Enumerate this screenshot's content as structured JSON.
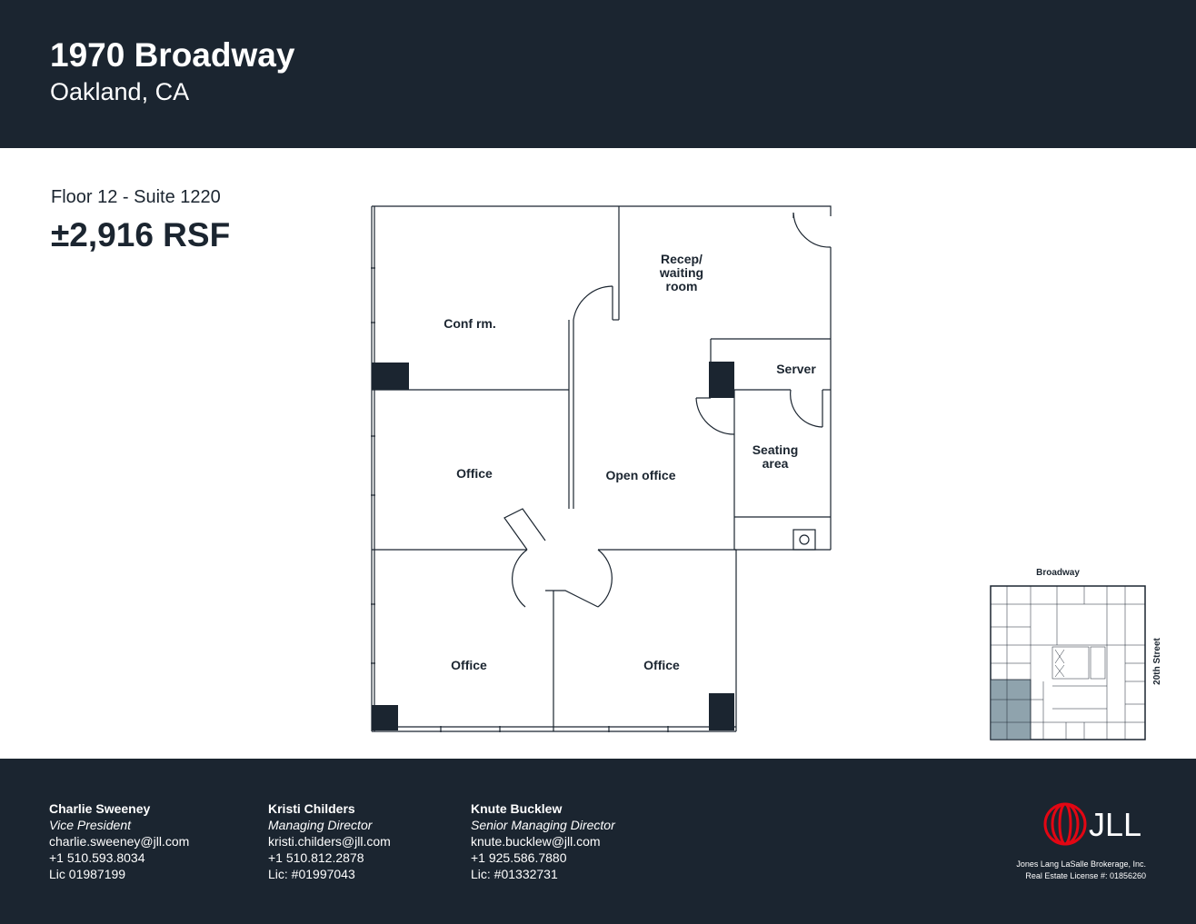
{
  "header": {
    "title": "1970 Broadway",
    "subtitle": "Oakland, CA"
  },
  "suite": {
    "floor": "Floor 12 - Suite 1220",
    "rsf": "±2,916 RSF"
  },
  "plan": {
    "rooms": {
      "conf": "Conf rm.",
      "recep": [
        "Recep/",
        "waiting",
        "room"
      ],
      "server": "Server",
      "seating": [
        "Seating",
        "area"
      ],
      "office1": "Office",
      "open_office": "Open office",
      "office2": "Office",
      "office3": "Office"
    }
  },
  "keyplan": {
    "street_top": "Broadway",
    "street_right": "20th Street"
  },
  "contacts": [
    {
      "name": "Charlie Sweeney",
      "title": "Vice President",
      "email": "charlie.sweeney@jll.com",
      "phone": "+1 510.593.8034",
      "license": "Lic 01987199"
    },
    {
      "name": "Kristi Childers",
      "title": "Managing Director",
      "email": "kristi.childers@jll.com",
      "phone": "+1 510.812.2878",
      "license": "Lic: #01997043"
    },
    {
      "name": "Knute Bucklew",
      "title": "Senior Managing Director",
      "email": "knute.bucklew@jll.com",
      "phone": "+1 925.586.7880",
      "license": "Lic: #01332731"
    }
  ],
  "brand": {
    "logo_text": "JLL",
    "legal_line1": "Jones Lang LaSalle Brokerage, Inc.",
    "legal_line2": "Real Estate License #: 01856260",
    "colors": {
      "navy": "#1b2530",
      "red": "#e30613",
      "highlight": "#8fa3ad"
    }
  }
}
